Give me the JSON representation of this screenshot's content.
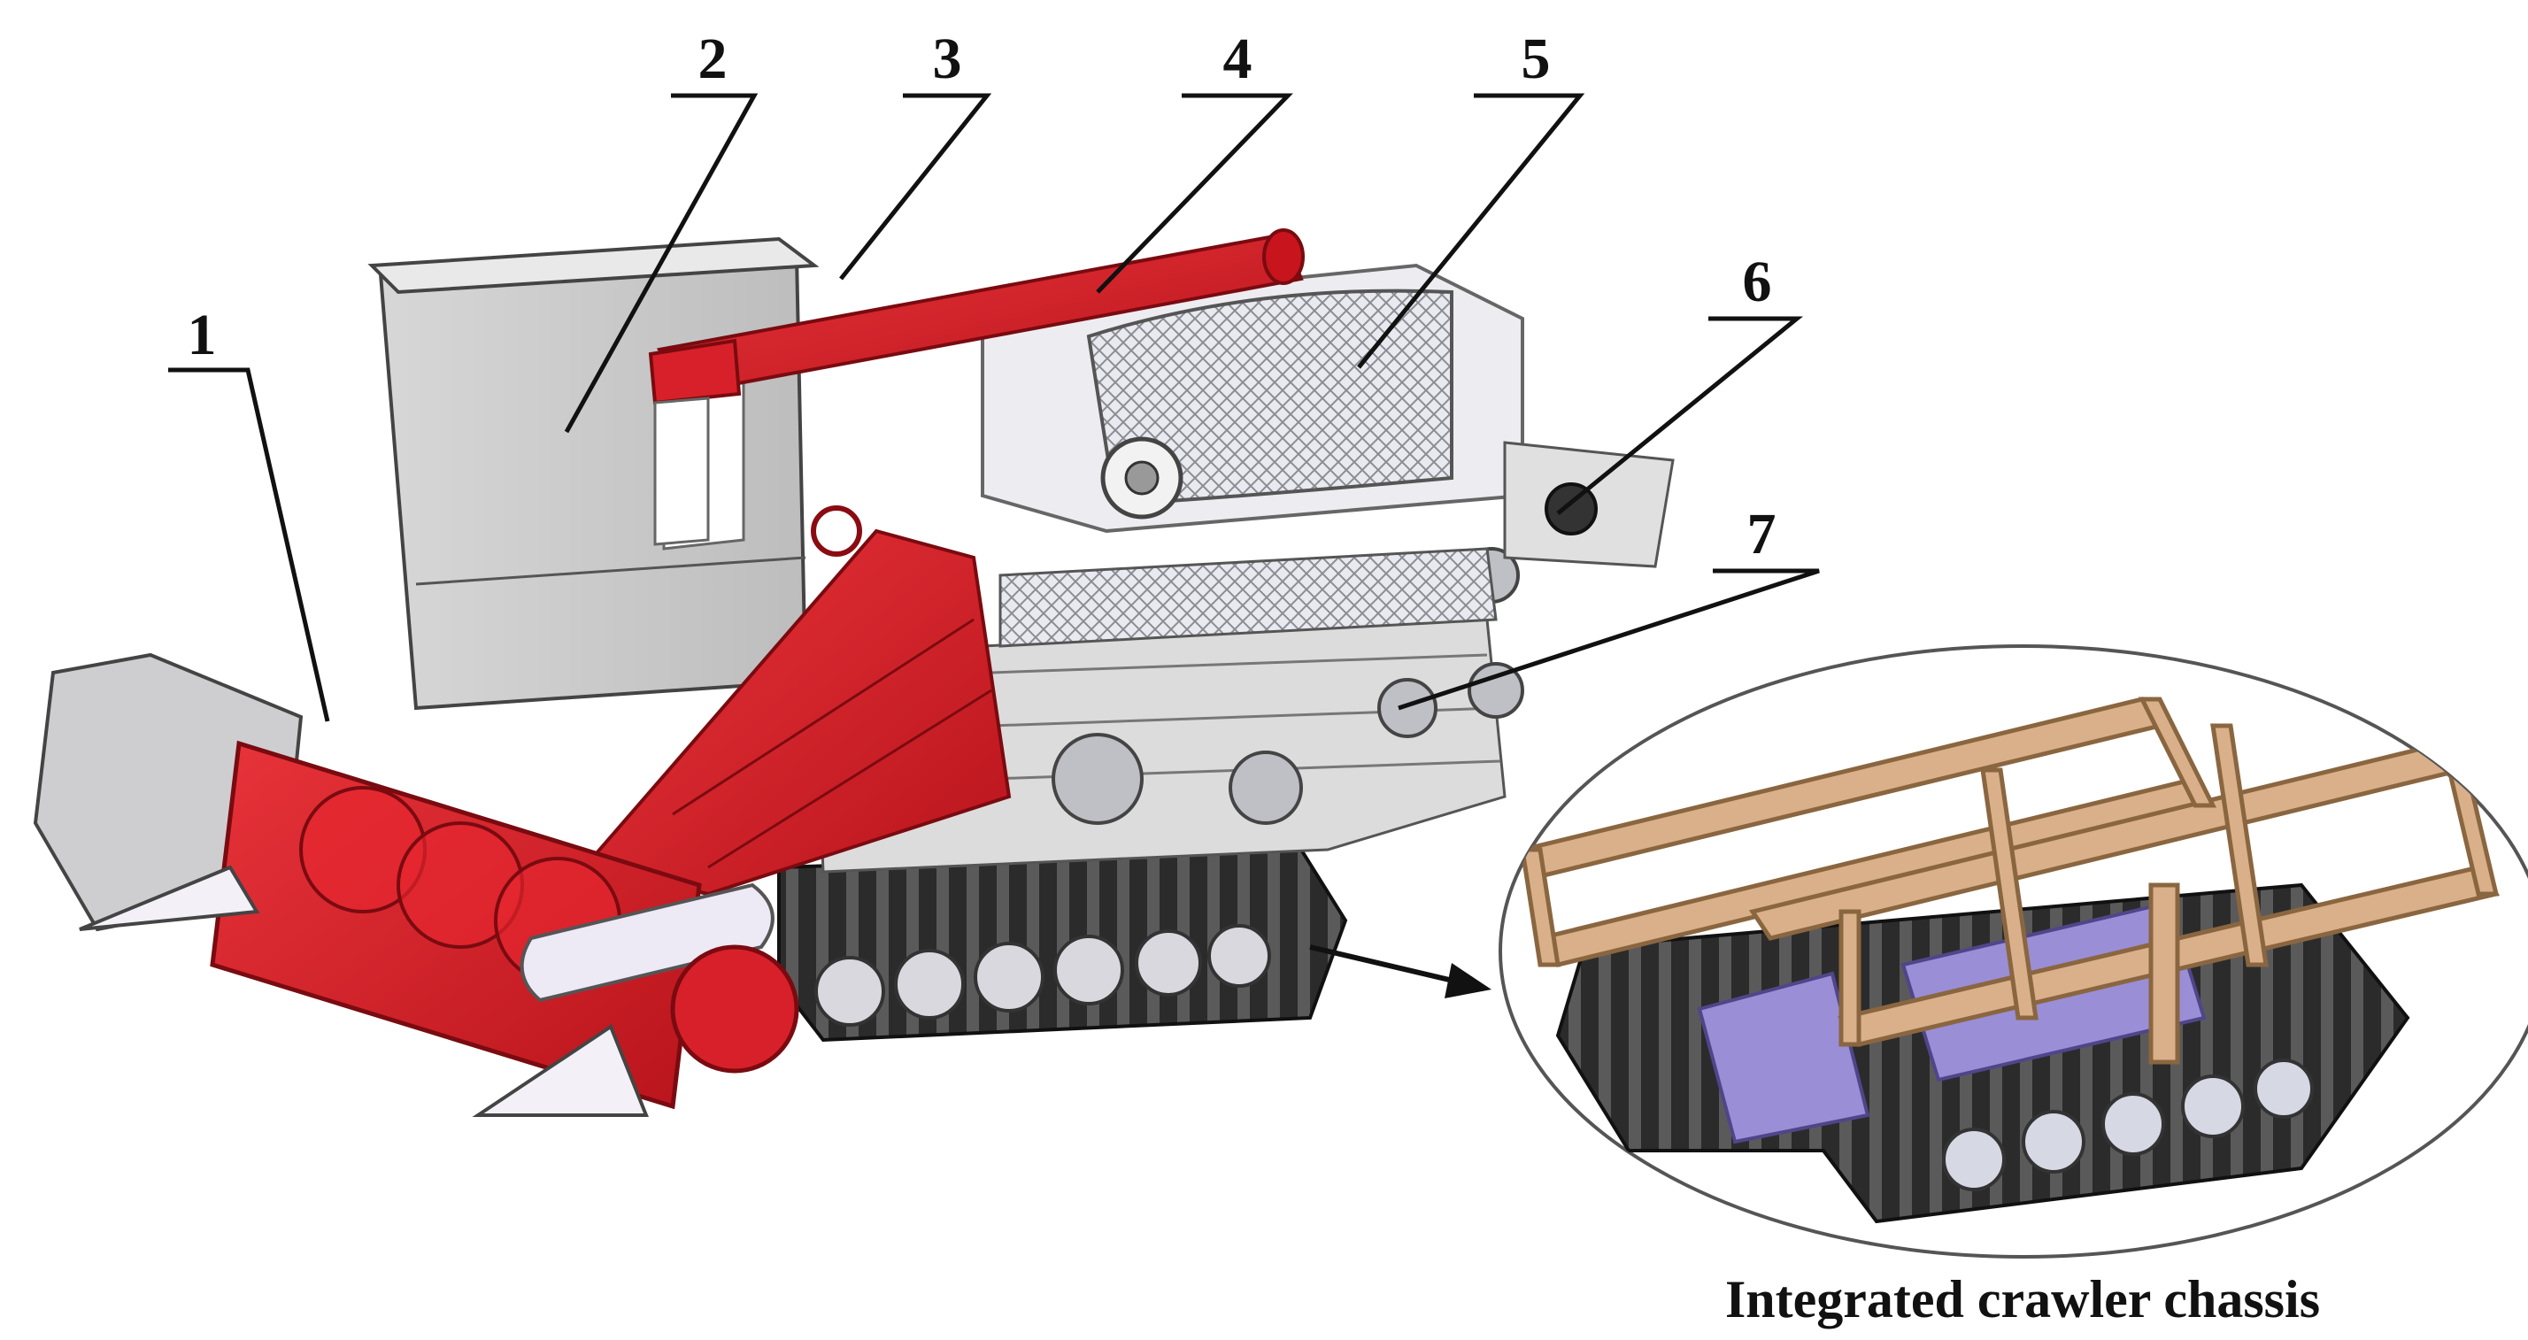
{
  "callouts": [
    {
      "label": "1"
    },
    {
      "label": "2"
    },
    {
      "label": "3"
    },
    {
      "label": "4"
    },
    {
      "label": "5"
    },
    {
      "label": "6"
    },
    {
      "label": "7"
    }
  ],
  "inset": {
    "caption": "Integrated crawler chassis"
  },
  "colors": {
    "red": "#d8202a",
    "gray_frame": "#c9c9c9",
    "chassis_wood": "#d9b08a",
    "chassis_purple": "#9a8ed6",
    "track": "#2a2a2a"
  }
}
